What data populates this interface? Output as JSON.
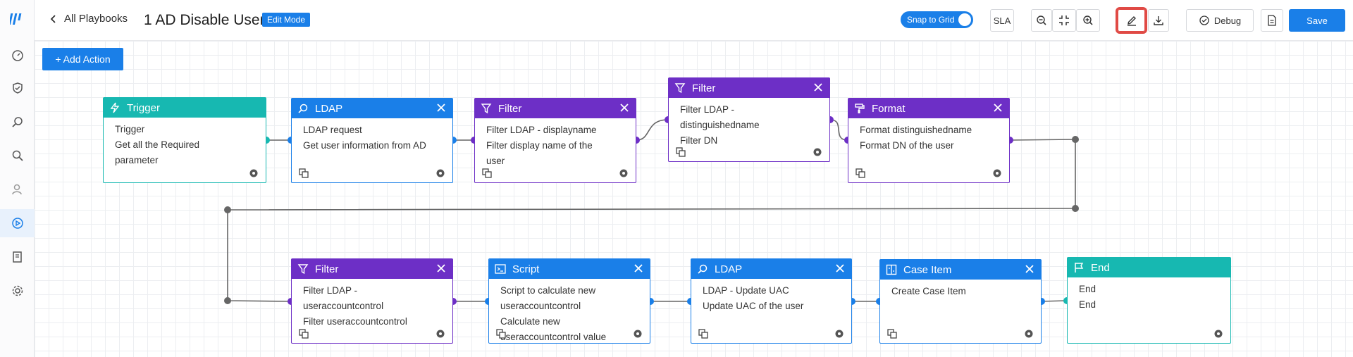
{
  "header": {
    "back_label": "All Playbooks",
    "playbook_title": "1 AD Disable User",
    "mode_badge": "Edit Mode",
    "snap_to_grid_label": "Snap to Grid",
    "snap_to_grid_on": true,
    "sla_label": "SLA",
    "debug_label": "Debug",
    "save_label": "Save"
  },
  "canvas": {
    "add_action_label": "+ Add Action"
  },
  "nodes": {
    "trigger": {
      "title": "Trigger",
      "lines": [
        "Trigger",
        "Get all the Required",
        "parameter"
      ]
    },
    "ldap_request": {
      "title": "LDAP",
      "lines": [
        "LDAP request",
        "Get user information from AD"
      ]
    },
    "filter_displayname": {
      "title": "Filter",
      "lines": [
        "Filter LDAP - displayname",
        "Filter display name of the",
        "user"
      ]
    },
    "filter_dn": {
      "title": "Filter",
      "lines": [
        "Filter LDAP -",
        "distinguishedname",
        "Filter DN"
      ]
    },
    "format_dn": {
      "title": "Format",
      "lines": [
        "Format distinguishedname",
        "Format DN of the user"
      ]
    },
    "filter_uac": {
      "title": "Filter",
      "lines": [
        "Filter LDAP -",
        "useraccountcontrol",
        "Filter useraccountcontrol"
      ]
    },
    "script_uac": {
      "title": "Script",
      "lines": [
        "Script to calculate new",
        "useraccountcontrol",
        "Calculate new",
        "useraccountcontrol value"
      ]
    },
    "ldap_update": {
      "title": "LDAP",
      "lines": [
        "LDAP - Update UAC",
        "Update UAC of the user"
      ]
    },
    "case_item": {
      "title": "Case Item",
      "lines": [
        "Create Case Item"
      ]
    },
    "end": {
      "title": "End",
      "lines": [
        "End",
        "End"
      ]
    }
  },
  "colors": {
    "primary": "#1a7fe8",
    "teal": "#17b8b1",
    "purple": "#6d2fc6",
    "highlight": "#e04a45"
  },
  "icons": {
    "rail": [
      "logo-icon",
      "dashboard-icon",
      "shield-icon",
      "investigate-icon",
      "search-icon",
      "user-icon",
      "playbook-icon",
      "report-icon",
      "settings-icon"
    ],
    "toolbar": [
      "zoom-out-icon",
      "fit-screen-icon",
      "zoom-in-icon",
      "edit-icon",
      "download-icon",
      "debug-check-icon",
      "document-icon"
    ]
  }
}
